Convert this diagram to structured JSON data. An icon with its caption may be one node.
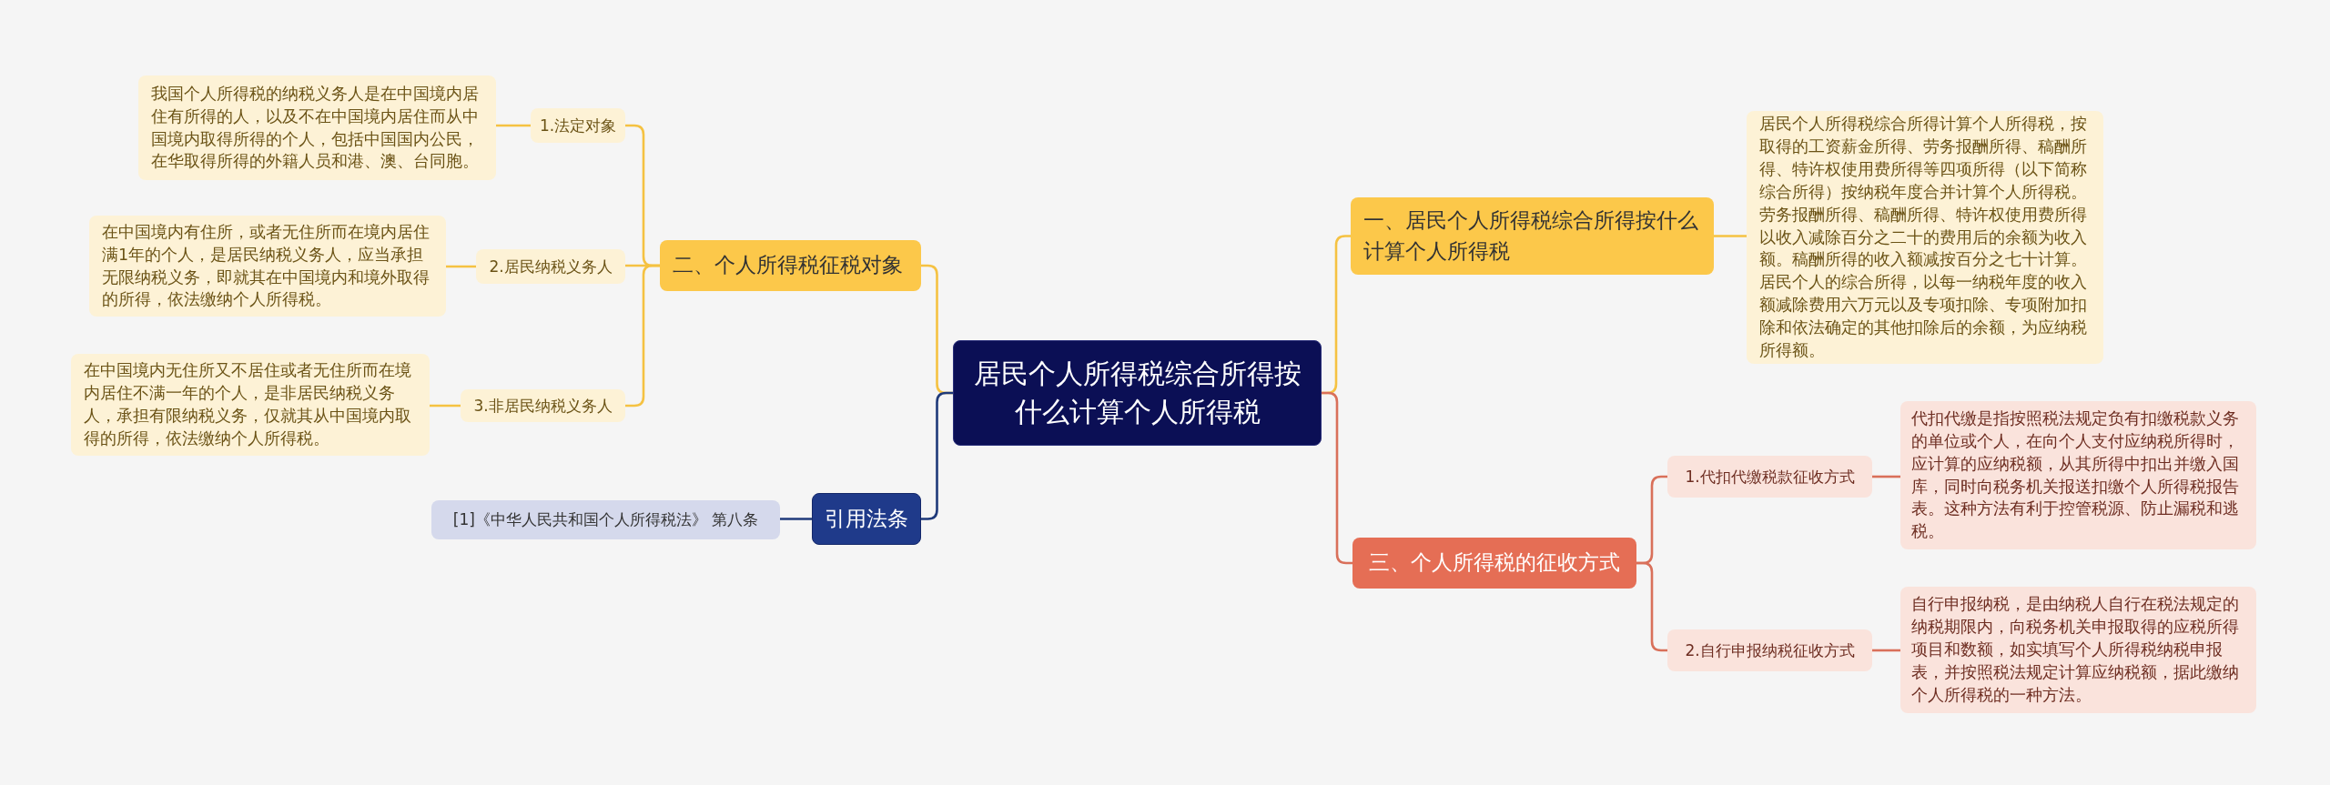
{
  "diagram": {
    "nodes": [
      {
        "text": [
          "居民个人所得税综合所得按什么计算个人所得税"
        ]
      },
      {
        "text": [
          "一、居民个人所得税综合所得按什么计算个人所得税"
        ]
      },
      {
        "text": [
          "居民个人所得税综合所得计算个人所得税，按取得的工资薪金所得、劳务报酬所得、稿酬所得、特许权使用费所得等四项所得（以下简称综合所得）按纳税年度合并计算个人所得税。劳务报酬所得、稿酬所得、特许权使用费所得以收入减除百分之二十的费用后的余额为收入额。稿酬所得的收入额减按百分之七十计算。居民个人的综合所得，以每一纳税年度的收入额减除费用六万元以及专项扣除、专项附加扣除和依法确定的其他扣除后的余额，为应纳税所得额。"
        ]
      },
      {
        "text": [
          "三、个人所得税的征收方式"
        ]
      },
      {
        "text": [
          "1.代扣代缴税款征收方式"
        ]
      },
      {
        "text": [
          "代扣代缴是指按照税法规定负有扣缴税款义务的单位或个人，在向个人支付应纳税所得时，应计算的应纳税额，从其所得中扣出并缴入国库，同时向税务机关报送扣缴个人所得税报告表。这种方法有利于控管税源、防止漏税和逃税。"
        ]
      },
      {
        "text": [
          "2.自行申报纳税征收方式"
        ]
      },
      {
        "text": [
          "自行申报纳税，是由纳税人自行在税法规定的纳税期限内，向税务机关申报取得的应税所得项目和数额，如实填写个人所得税纳税申报表，并按照税法规定计算应纳税额，据此缴纳个人所得税的一种方法。"
        ]
      },
      {
        "text": [
          "二、个人所得税征税对象"
        ]
      },
      {
        "text": [
          "1.法定对象"
        ]
      },
      {
        "text": [
          "我国个人所得税的纳税义务人是在中国境内居住有所得的人，以及不在中国境内居住而从中国境内取得所得的个人，包括中国国内公民，在华取得所得的外籍人员和港、澳、台同胞。"
        ]
      },
      {
        "text": [
          "2.居民纳税义务人"
        ]
      },
      {
        "text": [
          "在中国境内有住所，或者无住所而在境内居住满1年的个人，是居民纳税义务人，应当承担无限纳税义务，即就其在中国境内和境外取得的所得，依法缴纳个人所得税。"
        ]
      },
      {
        "text": [
          "3.非居民纳税义务人"
        ]
      },
      {
        "text": [
          "在中国境内无住所又不居住或者无住所而在境内居住不满一年的个人，是非居民纳税义务人，承担有限纳税义务，仅就其从中国境内取得的所得，依法缴纳个人所得税。"
        ]
      },
      {
        "text": [
          "引用法条"
        ]
      },
      {
        "text": [
          "[1]《中华人民共和国个人所得税法》 第八条"
        ]
      }
    ],
    "edges": [
      {
        "from": 0,
        "to": 1,
        "arrow": "none"
      },
      {
        "from": 1,
        "to": 2,
        "arrow": "none"
      },
      {
        "from": 0,
        "to": 3,
        "arrow": "none",
        "color": "#d9705a"
      },
      {
        "from": 3,
        "to": 4,
        "arrow": "none",
        "color": "#d9705a"
      },
      {
        "from": 4,
        "to": 5,
        "arrow": "none",
        "color": "#d9705a"
      },
      {
        "from": 3,
        "to": 6,
        "arrow": "none",
        "color": "#d9705a"
      },
      {
        "from": 6,
        "to": 7,
        "arrow": "none",
        "color": "#d9705a"
      },
      {
        "from": 0,
        "to": 8,
        "arrow": "none"
      },
      {
        "from": 8,
        "to": 9,
        "arrow": "none"
      },
      {
        "from": 9,
        "to": 10,
        "arrow": "none"
      },
      {
        "from": 8,
        "to": 11,
        "arrow": "none"
      },
      {
        "from": 11,
        "to": 12,
        "arrow": "none"
      },
      {
        "from": 8,
        "to": 13,
        "arrow": "none"
      },
      {
        "from": 13,
        "to": 14,
        "arrow": "none"
      },
      {
        "from": 0,
        "to": 15,
        "arrow": "none",
        "color": "#1f3a7a"
      },
      {
        "from": 15,
        "to": 16,
        "arrow": "none",
        "color": "#1f3a7a"
      }
    ]
  }
}
